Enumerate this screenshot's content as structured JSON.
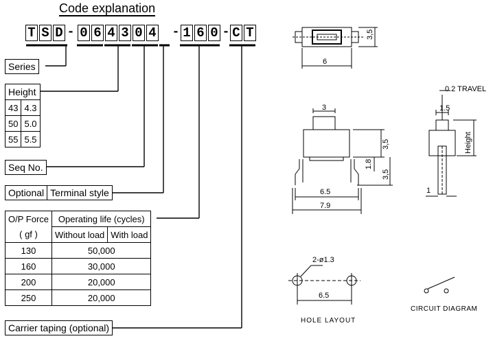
{
  "title": "Code explanation",
  "code": {
    "chars": [
      "T",
      "S",
      "D",
      "-",
      "0",
      "6",
      "4",
      "3",
      "0",
      "4",
      "-",
      "1",
      "6",
      "0",
      "-",
      "C",
      "T"
    ]
  },
  "series_label": "Series",
  "height": {
    "header": "Height",
    "rows": [
      [
        "43",
        "4.3"
      ],
      [
        "50",
        "5.0"
      ],
      [
        "55",
        "5.5"
      ]
    ]
  },
  "seq_label": "Seq No.",
  "optional_label": "Optional",
  "terminal_label": "Terminal style",
  "force_table": {
    "col1_header": "O/P Force",
    "col1_sub": "( gf )",
    "life_header": "Operating life (cycles)",
    "without": "Without load",
    "with": "With load",
    "rows": [
      [
        "130",
        "50,000"
      ],
      [
        "160",
        "30,000"
      ],
      [
        "200",
        "20,000"
      ],
      [
        "250",
        "20,000"
      ]
    ]
  },
  "carrier_label": "Carrier taping (optional)",
  "drawing": {
    "top_width": "6",
    "top_height": "3,5",
    "travel": "0.2 TRAVEL",
    "dim_1_5": "1.5",
    "height_label": "Height",
    "dim_3": "3",
    "dim_3_5_upper": "3,5",
    "dim_1_8": "1.8",
    "dim_3_5_lower": "3,5",
    "dim_6_5": "6.5",
    "dim_7_9": "7.9",
    "dim_1": "1",
    "hole_dia": "2-ø1.3",
    "hole_6_5": "6.5",
    "hole_layout": "HOLE LAYOUT",
    "circuit_diagram": "CIRCUIT DIAGRAM"
  }
}
